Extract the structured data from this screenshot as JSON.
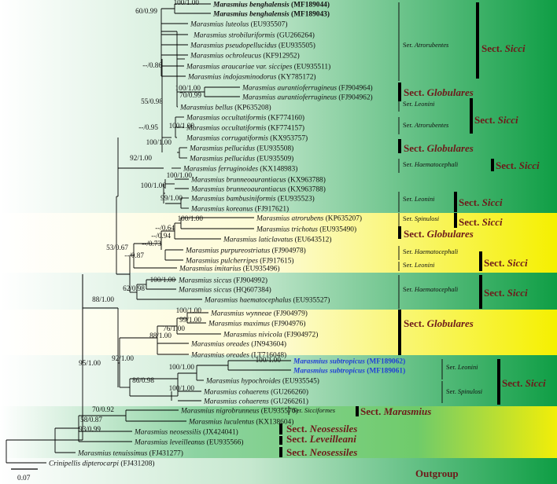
{
  "colors": {
    "green_dark": "#12a24a",
    "green_light": "#ffffff",
    "yellow": "#f7f200",
    "sect_text": "#6e1a1a",
    "new_species_blue": "#1f3fd6"
  },
  "taxa": [
    {
      "genus": "Marasmius",
      "epithet": "benghalensis",
      "acc": "(MF189044)",
      "style": "bold"
    },
    {
      "genus": "Marasmius",
      "epithet": "benghalensis",
      "acc": "(MF189043)",
      "style": "bold"
    },
    {
      "genus": "Marasmius",
      "epithet": "luteolus",
      "acc": "(EU935507)"
    },
    {
      "genus": "Marasmius",
      "epithet": "strobiluriformis",
      "acc": "(GU266264)"
    },
    {
      "genus": "Marasmius",
      "epithet": "pseudopellucidus",
      "acc": "(EU935505)"
    },
    {
      "genus": "Marasmius",
      "epithet": "ochroleucus",
      "acc": "(KF912952)"
    },
    {
      "genus": "Marasmius",
      "epithet": "araucariae var. siccipes",
      "acc": "(EU935511)"
    },
    {
      "genus": "Marasmius",
      "epithet": "indojasminodorus",
      "acc": "(KY785172)"
    },
    {
      "genus": "Marasmius",
      "epithet": "aurantioferrugineus",
      "acc": "(FJ904964)"
    },
    {
      "genus": "Marasmius",
      "epithet": "aurantioferrugineus",
      "acc": "(FJ904962)"
    },
    {
      "genus": "Marasmius",
      "epithet": "bellus",
      "acc": "(KP635208)"
    },
    {
      "genus": "Marasmius",
      "epithet": "occultatiformis",
      "acc": "(KF774160)"
    },
    {
      "genus": "Marasmius",
      "epithet": "occultatiformis",
      "acc": "(KF774157)"
    },
    {
      "genus": "Marasmius",
      "epithet": "corrugatiformis",
      "acc": "(KX953757)"
    },
    {
      "genus": "Marasmius",
      "epithet": "pellucidus",
      "acc": "(EU935508)"
    },
    {
      "genus": "Marasmius",
      "epithet": "pellucidus",
      "acc": "(EU935509)"
    },
    {
      "genus": "Marasmius",
      "epithet": "ferruginoides",
      "acc": "(KX148983)"
    },
    {
      "genus": "Marasmius",
      "epithet": "brunneoaurantiacus",
      "acc": "(KX963788)"
    },
    {
      "genus": "Marasmius",
      "epithet": "brunneoaurantiacus",
      "acc": "(KX963788)"
    },
    {
      "genus": "Marasmius",
      "epithet": "bambusiniformis",
      "acc": "(EU935523)"
    },
    {
      "genus": "Marasmius",
      "epithet": "koreanus",
      "acc": "(FJ917621)"
    },
    {
      "genus": "Marasmius",
      "epithet": "atrorubens",
      "acc": "(KP635207)"
    },
    {
      "genus": "Marasmius",
      "epithet": "trichotus",
      "acc": "(EU935490)"
    },
    {
      "genus": "Marasmius",
      "epithet": "laticlavatus",
      "acc": "(EU643512)"
    },
    {
      "genus": "Marasmius",
      "epithet": "purpureostriatus",
      "acc": "(FJ904978)"
    },
    {
      "genus": "Marasmius",
      "epithet": "pulcherripes",
      "acc": "(FJ917615)"
    },
    {
      "genus": "Marasmius",
      "epithet": "imitarius",
      "acc": "(EU935496)"
    },
    {
      "genus": "Marasmius",
      "epithet": "siccus",
      "acc": "(FJ904992)"
    },
    {
      "genus": "Marasmius",
      "epithet": "siccus",
      "acc": "(HQ607384)"
    },
    {
      "genus": "Marasmius",
      "epithet": "haematocephalus",
      "acc": "(EU935527)"
    },
    {
      "genus": "Marasmius",
      "epithet": "wynneae",
      "acc": "(FJ904979)"
    },
    {
      "genus": "Marasmius",
      "epithet": "maximus",
      "acc": "(FJ904976)"
    },
    {
      "genus": "Marasmius",
      "epithet": "nivicola",
      "acc": "(FJ904972)"
    },
    {
      "genus": "Marasmius",
      "epithet": "oreades",
      "acc": "(JN943604)"
    },
    {
      "genus": "Marasmius",
      "epithet": "oreades",
      "acc": "(LT716048)"
    },
    {
      "genus": "Marasmius",
      "epithet": "subtropicus",
      "acc": "(MF189062)",
      "style": "blue"
    },
    {
      "genus": "Marasmius",
      "epithet": "subtropicus",
      "acc": "(MF189061)",
      "style": "blue"
    },
    {
      "genus": "Marasmius",
      "epithet": "hypochroides",
      "acc": "(EU935545)"
    },
    {
      "genus": "Marasmius",
      "epithet": "cohaerens",
      "acc": "(GU266260)"
    },
    {
      "genus": "Marasmius",
      "epithet": "cohaerens",
      "acc": "(GU266261)"
    },
    {
      "genus": "Marasmius",
      "epithet": "nigrobrunneus",
      "acc": "(EU935570)"
    },
    {
      "genus": "Marasmius",
      "epithet": "luculentus",
      "acc": "(KX138604)"
    },
    {
      "genus": "Marasmius",
      "epithet": "neosessilis",
      "acc": "(JX424041)"
    },
    {
      "genus": "Marasmius",
      "epithet": "leveilleanus",
      "acc": "(EU935566)"
    },
    {
      "genus": "Marasmius",
      "epithet": "tenuissimus",
      "acc": "(FJ431277)"
    },
    {
      "genus": "Crinipellis",
      "epithet": "dipterocarpi",
      "acc": "(FJ431208)"
    }
  ],
  "supports": [
    "100/1.00",
    "60/0.99",
    "--/0.86",
    "100/1.00",
    "70/0.99",
    "55/0.98",
    "100/1.00",
    "--/0.95",
    "100/1.00",
    "92/1.00",
    "100/1.00",
    "100/1.00",
    "99/1.00",
    "100/1.00",
    "--/0.64",
    "--/0.94",
    "--/0.73",
    "53/0.67",
    "--/0.87",
    "100/1.00",
    "62/0.98",
    "88/1.00",
    "100/1.00",
    "99/1.00",
    "76/1.00",
    "88/1.00",
    "92/1.00",
    "100/1.00",
    "100/1.00",
    "100/1.00",
    "86/0.98",
    "95/1.00",
    "70/0.92",
    "58/0.87",
    "93/0.99"
  ],
  "series": [
    {
      "prefix": "Ser.",
      "name": "Atrorubentes"
    },
    {
      "prefix": "Ser.",
      "name": "Leonini"
    },
    {
      "prefix": "Ser.",
      "name": "Atrorubentes"
    },
    {
      "prefix": "Ser.",
      "name": "Haematocephali"
    },
    {
      "prefix": "Ser.",
      "name": "Leonini"
    },
    {
      "prefix": "Ser.",
      "name": "Spinulosi"
    },
    {
      "prefix": "Ser.",
      "name": "Haematocephali"
    },
    {
      "prefix": "Ser.",
      "name": "Leonini"
    },
    {
      "prefix": "Ser.",
      "name": "Haematocephali"
    },
    {
      "prefix": "Ser.",
      "name": "Leonini"
    },
    {
      "prefix": "Ser.",
      "name": "Spinulosi"
    },
    {
      "prefix": "Ser.",
      "name": "Sicciformes"
    }
  ],
  "sections": [
    {
      "prefix": "Sect.",
      "name": "Sicci"
    },
    {
      "prefix": "Sect.",
      "name": "Globulares"
    },
    {
      "prefix": "Sect.",
      "name": "Sicci"
    },
    {
      "prefix": "Sect.",
      "name": "Globulares"
    },
    {
      "prefix": "Sect.",
      "name": "Sicci"
    },
    {
      "prefix": "Sect.",
      "name": "Sicci"
    },
    {
      "prefix": "Sect.",
      "name": "Sicci"
    },
    {
      "prefix": "Sect.",
      "name": "Globulares"
    },
    {
      "prefix": "Sect.",
      "name": "Sicci"
    },
    {
      "prefix": "Sect.",
      "name": "Sicci"
    },
    {
      "prefix": "Sect.",
      "name": "Globulares"
    },
    {
      "prefix": "Sect.",
      "name": "Sicci"
    },
    {
      "prefix": "Sect.",
      "name": "Marasmius"
    },
    {
      "prefix": "Sect.",
      "name": "Neosessiles"
    },
    {
      "prefix": "Sect.",
      "name": "Leveilleani"
    },
    {
      "prefix": "Sect.",
      "name": "Neosessiles"
    }
  ],
  "outgroup_label": "Outgroup",
  "scale_label": "0.07"
}
